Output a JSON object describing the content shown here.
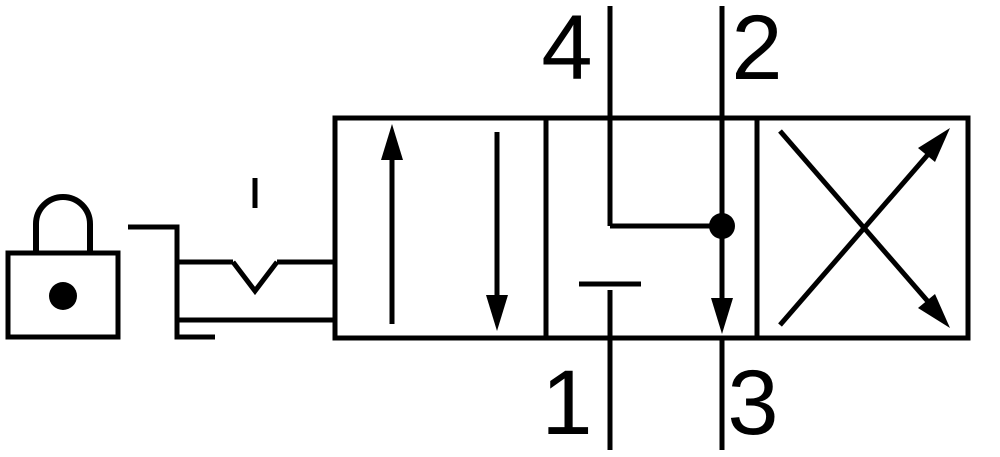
{
  "diagram": {
    "description": "Directional control valve schematic symbol (three positions) with hand lever, detent and padlock actuator",
    "ports": {
      "top_left": "4",
      "top_right": "2",
      "bottom_left": "1",
      "bottom_right": "3"
    },
    "colors": {
      "line": "#000000",
      "background": "#ffffff"
    },
    "icons": {
      "padlock": "padlock-icon",
      "lever": "lever-icon",
      "detent": "detent-icon",
      "junction": "junction-dot",
      "flow_arrows": "flow-arrow-icon",
      "blocked_port": "blocked-port-symbol"
    }
  }
}
